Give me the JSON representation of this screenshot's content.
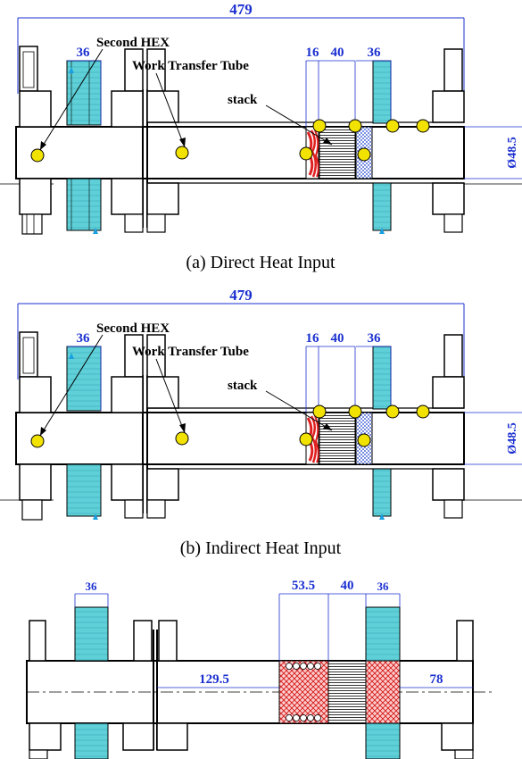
{
  "panel_a": {
    "caption": "(a) Direct Heat Input",
    "overall_length": "479",
    "hex1_width": "36",
    "heater_width": "16",
    "stack_width": "40",
    "hex2_width": "36",
    "diameter": "Ø48.5",
    "label_second_hex": "Second HEX",
    "label_work_transfer_tube": "Work Transfer Tube",
    "label_stack": "stack"
  },
  "panel_b": {
    "caption": "(b) Indirect Heat Input",
    "overall_length": "479",
    "hex1_width": "36",
    "heater_width": "16",
    "stack_width": "40",
    "hex2_width": "36",
    "diameter": "Ø48.5",
    "label_second_hex": "Second HEX",
    "label_work_transfer_tube": "Work Transfer Tube",
    "label_stack": "stack"
  },
  "panel_c": {
    "hex1_width": "36",
    "heater_width": "53.5",
    "stack_width": "40",
    "hex2_width": "36",
    "tube_length": "129.5",
    "right_length": "78"
  },
  "colors": {
    "dimension": "#1a2fd0",
    "water": "#5fd0d8",
    "heater_red": "#e02020",
    "mesh_blue": "#1a3fd0",
    "sensor_yellow": "#f2e200"
  }
}
